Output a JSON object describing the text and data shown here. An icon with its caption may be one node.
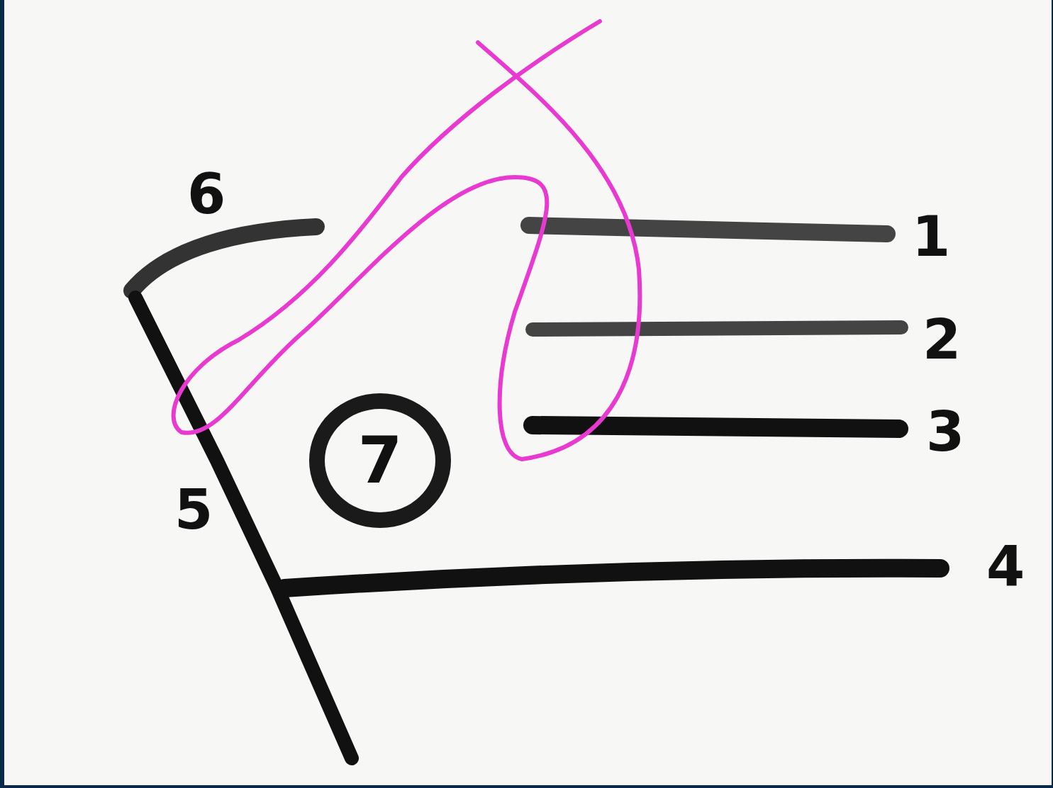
{
  "diagram": {
    "nodes": [
      {
        "text": [
          "7"
        ]
      }
    ],
    "labels": [
      "6",
      "1",
      "2",
      "3",
      "5",
      "4"
    ]
  }
}
